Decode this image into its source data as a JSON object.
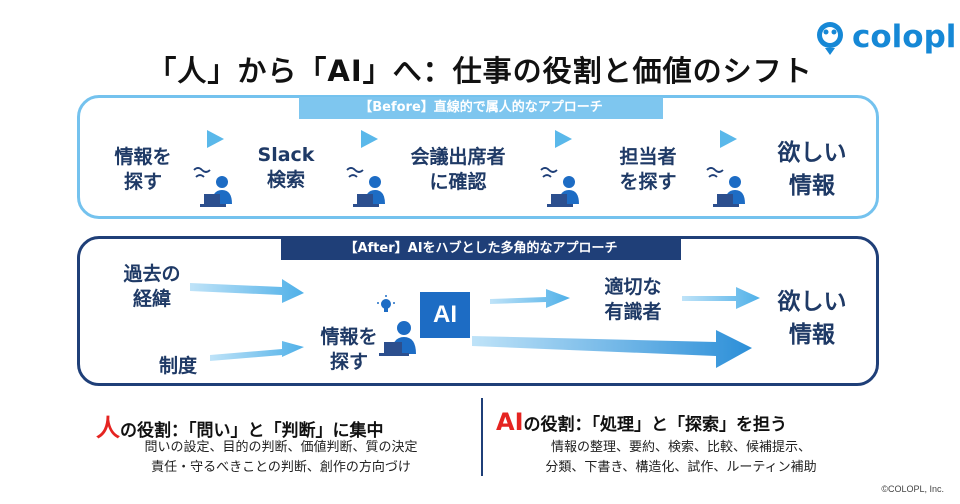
{
  "title": "「人」から「AI」へ：仕事の役割と価値のシフト",
  "logo": {
    "text": "colopl"
  },
  "before": {
    "label": "【Before】直線的で属人的なアプローチ",
    "steps": [
      "情報を\n探す",
      "Slack\n検索",
      "会議出席者\nに確認",
      "担当者\nを探す",
      "欲しい\n情報"
    ]
  },
  "after": {
    "label": "【After】AIをハブとした多角的なアプローチ",
    "input1": "過去の\n経緯",
    "input2": "制度",
    "person": "情報を\n探す",
    "ai": "AI",
    "expert": "適切な\n有識者",
    "result": "欲しい\n情報"
  },
  "human_role": {
    "accent": "人",
    "heading": "の役割：「問い」と「判断」に集中",
    "lines": [
      "問いの設定、目的の判断、価値判断、質の決定",
      "責任・守るべきことの判断、創作の方向づけ"
    ]
  },
  "ai_role": {
    "accent": "AI",
    "heading": "の役割：「処理」と「探索」を担う",
    "lines": [
      "情報の整理、要約、検索、比較、候補提示、",
      "分類、下書き、構造化、試作、ルーティン補助"
    ]
  },
  "copyright": "©COLOPL, Inc.",
  "colors": {
    "navy": "#1f3f78",
    "light_blue": "#74c2ee",
    "accent_red": "#e52421",
    "ai_blue": "#1d6cc4"
  },
  "icons": [
    "person-at-laptop-icon",
    "sound-waves-icon",
    "lightbulb-icon",
    "arrow-right-icon",
    "balloon-logo-icon"
  ]
}
